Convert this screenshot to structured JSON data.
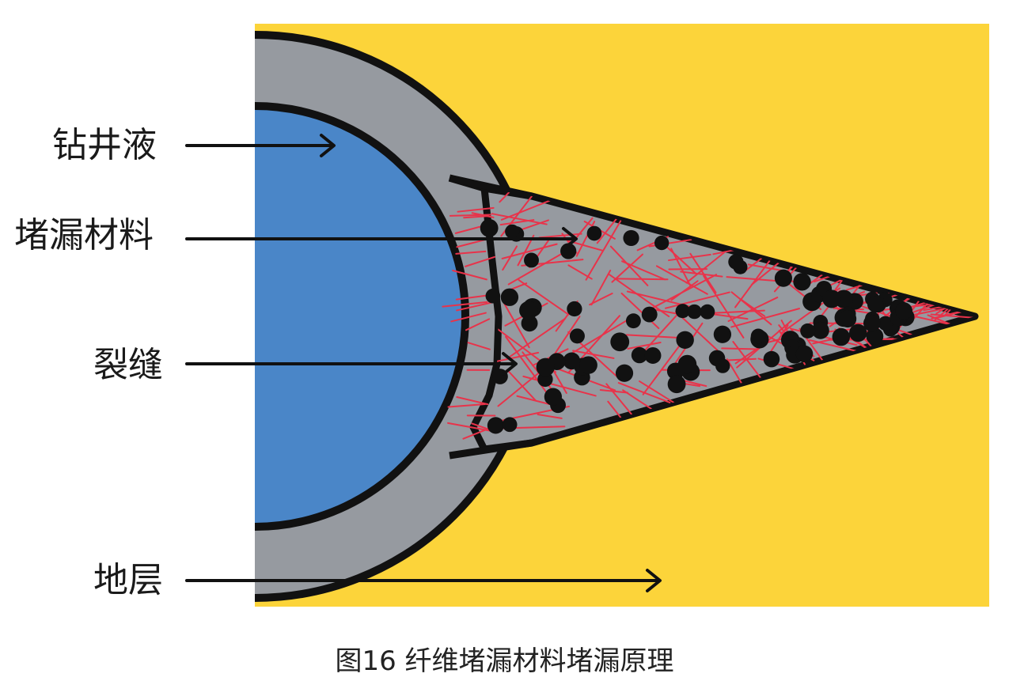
{
  "labels": {
    "drilling_fluid": "钻井液",
    "plugging_material": "堵漏材料",
    "fracture": "裂缝",
    "formation": "地层"
  },
  "caption": "图16  纤维堵漏材料堵漏原理",
  "colors": {
    "formation": "#fcd43a",
    "casing": "#969aa0",
    "fluid": "#4a86c8",
    "fiber": "#e8334a",
    "particle": "#111111",
    "outline": "#111111"
  }
}
